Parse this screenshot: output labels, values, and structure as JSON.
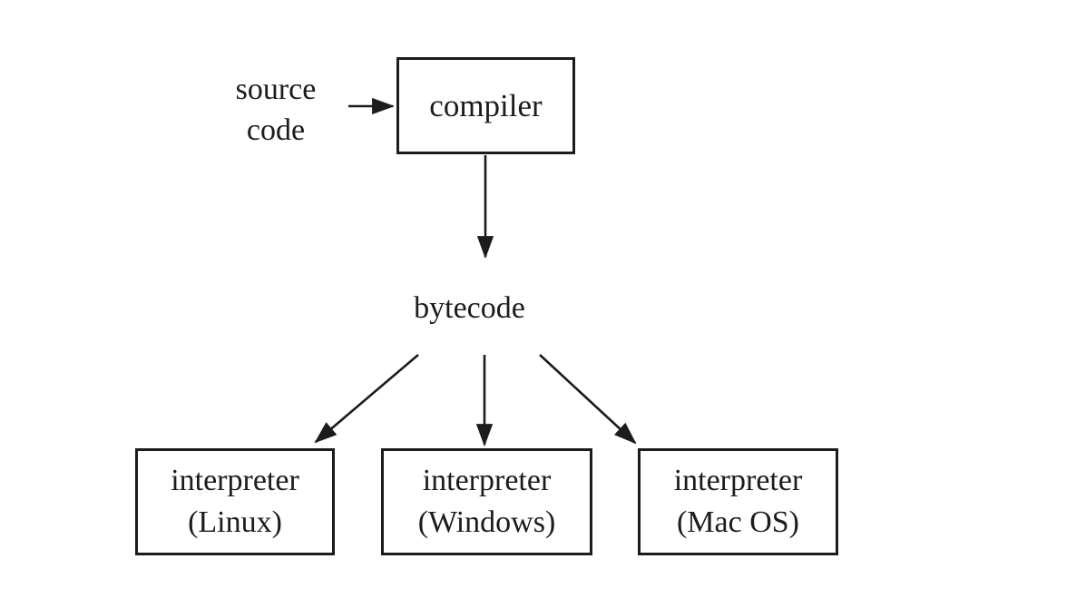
{
  "diagram": {
    "description": "Compilation to bytecode executed by platform-specific interpreters",
    "colors": {
      "background": "#ffffff",
      "stroke": "#1c1c1c",
      "text": "#1c1c1c"
    },
    "nodes": {
      "source": {
        "label": "source\ncode",
        "shape": "text"
      },
      "compiler": {
        "label": "compiler",
        "shape": "rect"
      },
      "bytecode": {
        "label": "bytecode",
        "shape": "text"
      },
      "interpreters": [
        {
          "title": "interpreter",
          "subtitle": "(Linux)",
          "shape": "rect"
        },
        {
          "title": "interpreter",
          "subtitle": "(Windows)",
          "shape": "rect"
        },
        {
          "title": "interpreter",
          "subtitle": "(Mac OS)",
          "shape": "rect"
        }
      ]
    },
    "edges": [
      {
        "from": "source code",
        "to": "compiler"
      },
      {
        "from": "compiler",
        "to": "bytecode"
      },
      {
        "from": "bytecode",
        "to": "interpreter (Linux)"
      },
      {
        "from": "bytecode",
        "to": "interpreter (Windows)"
      },
      {
        "from": "bytecode",
        "to": "interpreter (Mac OS)"
      }
    ]
  }
}
